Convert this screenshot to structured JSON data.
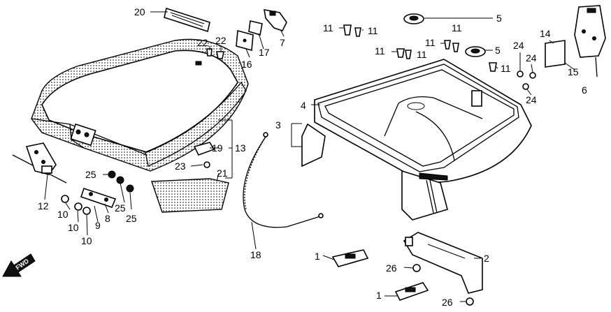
{
  "diagram": {
    "callouts": {
      "c1a": "1",
      "c1b": "1",
      "c2": "2",
      "c3": "3",
      "c4": "4",
      "c5a": "5",
      "c5b": "5",
      "c6": "6",
      "c7": "7",
      "c8": "8",
      "c9": "9",
      "c10a": "10",
      "c10b": "10",
      "c10c": "10",
      "c11a": "11",
      "c11b": "11",
      "c11c": "11",
      "c11d": "11",
      "c11e": "11",
      "c11f": "11",
      "c11g": "11",
      "c12": "12",
      "c13": "13",
      "c14": "14",
      "c15": "15",
      "c16": "16",
      "c17": "17",
      "c18": "18",
      "c19": "19",
      "c20": "20",
      "c21": "21",
      "c22a": "22",
      "c22b": "22",
      "c23": "23",
      "c24a": "24",
      "c24b": "24",
      "c24c": "24",
      "c25a": "25",
      "c25b": "25",
      "c25c": "25",
      "c26a": "26",
      "c26b": "26"
    },
    "direction_marker": "FWD"
  }
}
